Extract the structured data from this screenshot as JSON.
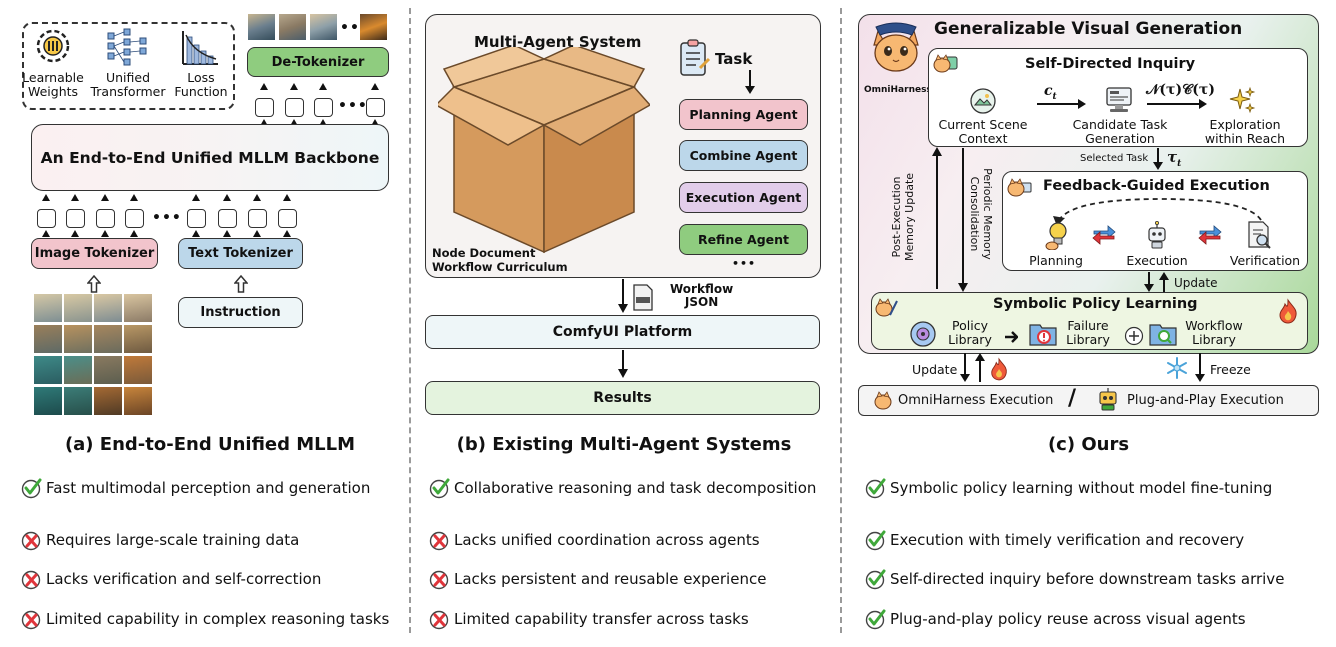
{
  "panel_a": {
    "legend": {
      "weights": "Learnable\nWeights",
      "transformer": "Unified\nTransformer",
      "loss": "Loss\nFunction"
    },
    "detokenizer": "De-Tokenizer",
    "backbone": "An End-to-End Unified MLLM Backbone",
    "image_tokenizer": "Image Tokenizer",
    "text_tokenizer": "Text Tokenizer",
    "instruction": "Instruction",
    "dots": "•••",
    "caption": "(a) End-to-End Unified MLLM",
    "bullets": [
      "Fast multimodal perception and generation",
      "Requires large-scale training data",
      "Lacks verification and self-correction",
      "Limited capability in complex reasoning tasks"
    ],
    "bullet_marks": [
      "check",
      "cross",
      "cross",
      "cross"
    ]
  },
  "panel_b": {
    "title": "Multi-Agent System",
    "task": "Task",
    "agents": [
      "Planning Agent",
      "Combine Agent",
      "Execution Agent",
      "Refine Agent"
    ],
    "agent_colors": [
      "#f2c4cc",
      "#bcd7ea",
      "#e2cdea",
      "#8fcc7f"
    ],
    "dots": "•••",
    "node_doc": "Node Document\nWorkflow Curriculum",
    "workflow_json": "Workflow\nJSON",
    "platform": "ComfyUI Platform",
    "results": "Results",
    "caption": "(b) Existing Multi-Agent Systems",
    "bullets": [
      "Collaborative reasoning and task decomposition",
      "Lacks unified coordination across agents",
      "Lacks persistent and reusable experience",
      "Limited capability transfer across tasks"
    ],
    "bullet_marks": [
      "check",
      "cross",
      "cross",
      "cross"
    ]
  },
  "panel_c": {
    "title": "Generalizable Visual Generation",
    "omni": "OmniHarness",
    "inquiry": {
      "title": "Self-Directed Inquiry",
      "scene": "Current Scene\nContext",
      "candidate": "Candidate Task\nGeneration",
      "explore": "Exploration\nwithin Reach",
      "ct": "c",
      "ct_sub": "t",
      "formula": "𝒩(τ)𝒞(τ)"
    },
    "selected_task": "Selected Task",
    "tau": "τ",
    "tau_sub": "t",
    "left_label1": "Post-Execution\nMemory Update",
    "left_label2": "Periodic Memory\nConsolidation",
    "feedback": {
      "title": "Feedback-Guided Execution",
      "planning": "Planning",
      "execution": "Execution",
      "verification": "Verification"
    },
    "update": "Update",
    "symbolic": {
      "title": "Symbolic Policy Learning",
      "policy": "Policy\nLibrary",
      "failure": "Failure\nLibrary",
      "workflow": "Workflow\nLibrary"
    },
    "update2": "Update",
    "freeze": "Freeze",
    "omni_exec": "OmniHarness Execution",
    "slash": "/",
    "plug_exec": "Plug-and-Play Execution",
    "caption": "(c) Ours",
    "bullets": [
      "Symbolic policy learning without model fine-tuning",
      "Execution with timely verification and recovery",
      "Self-directed inquiry before downstream tasks arrive",
      "Plug-and-play policy reuse across visual agents"
    ],
    "bullet_marks": [
      "check",
      "check",
      "check",
      "check"
    ]
  },
  "colors": {
    "green_box": "#8fcc7f",
    "pink_box": "#f2c4cc",
    "blue_box": "#bcd7ea",
    "light_box": "#eef6f8",
    "panel_bg": "#f6f3f2",
    "check": "#3fa83a",
    "cross": "#e0353b"
  }
}
